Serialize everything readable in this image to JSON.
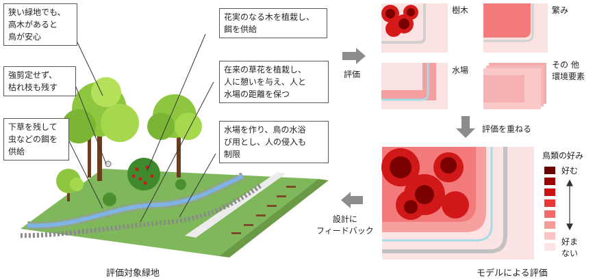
{
  "callouts": {
    "narrow_green": "狭い緑地でも、\n高木があると\n鳥が安心",
    "no_pruning": "強剪定せず、\n枯れ枝も残す",
    "undergrowth": "下草を残して\n虫などの餌を\n供給",
    "fruit_trees": "花実のなる木を植栽し、\n餌を供給",
    "native_flowers": "在来の草花を植栽し、\n人に憩いを与え、人と\n水場の距離を保つ",
    "water_place": "水場を作り、鳥の水浴\nび用とし、人の侵入も\n制限"
  },
  "flow": {
    "evaluate": "評価",
    "overlay": "評価を重ねる",
    "feedback": "設計に\nフィードバック"
  },
  "maps": {
    "trees": "樹木",
    "thicket": "繁み",
    "water": "水場",
    "other": "その 他\n環境要素"
  },
  "legend": {
    "title": "鳥類の好み",
    "high": "好む",
    "low": "好ま\nない",
    "colors": [
      "#6b0000",
      "#a00000",
      "#d01010",
      "#e83838",
      "#f26a6a",
      "#f69a9a",
      "#fac4c4",
      "#fde4e4"
    ]
  },
  "captions": {
    "left": "評価対象緑地",
    "right": "モデルによる評価"
  }
}
